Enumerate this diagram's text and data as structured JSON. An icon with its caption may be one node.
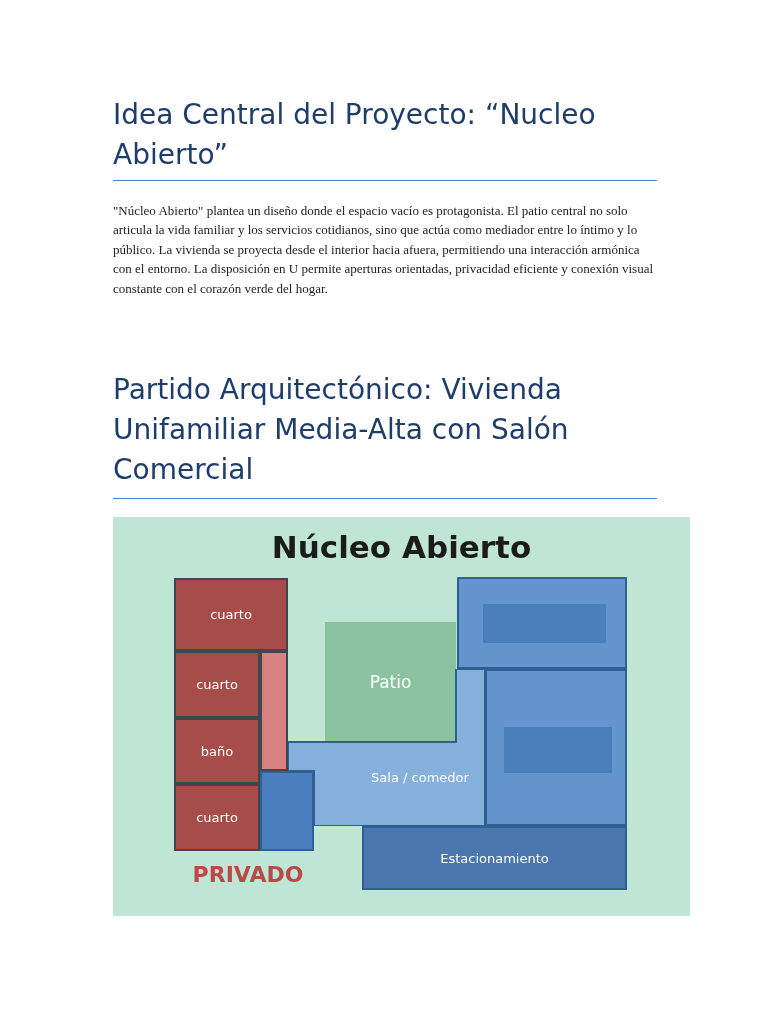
{
  "diagram": {
    "title": "Idea Central del Proyecto: “Nucleo Abierto”",
    "nodes": [
      {
        "text": [
          "Núcleo Abierto"
        ]
      },
      {
        "text": [
          "cuarto"
        ],
        "in": 0
      },
      {
        "text": [
          "cuarto"
        ],
        "in": 0
      },
      {
        "text": [
          "baño"
        ],
        "in": 0
      },
      {
        "text": [
          "cuarto"
        ],
        "in": 0
      },
      {
        "text": [],
        "shape": "box",
        "in": 0
      },
      {
        "text": [],
        "shape": "box",
        "in": 0
      },
      {
        "text": [
          "Patio"
        ],
        "in": 0
      },
      {
        "text": [],
        "shape": "box",
        "in": 0
      },
      {
        "text": [],
        "shape": "box",
        "in": 8
      },
      {
        "text": [
          "Sala / comedor"
        ],
        "in": 0
      },
      {
        "text": [],
        "shape": "box",
        "in": 0
      },
      {
        "text": [],
        "shape": "box",
        "in": 11
      },
      {
        "text": [
          "Estacionamiento"
        ],
        "in": 0
      }
    ],
    "labels": [
      "\"Núcleo Abierto\" plantea un diseño donde el espacio vacío es protagonista. El patio central no solo articula la vida familiar y los servicios cotidianos, sino que actúa como mediador entre lo íntimo y lo público. La vivienda se proyecta desde el interior hacia afuera, permitiendo una interacción armónica con el entorno. La disposición en U permite aperturas orientadas, privacidad eficiente y conexión visual constante con el corazón verde del hogar.",
      "Partido Arquitectónico: Vivienda Unifamiliar Media-Alta con Salón Comercial",
      "PRIVADO"
    ]
  }
}
